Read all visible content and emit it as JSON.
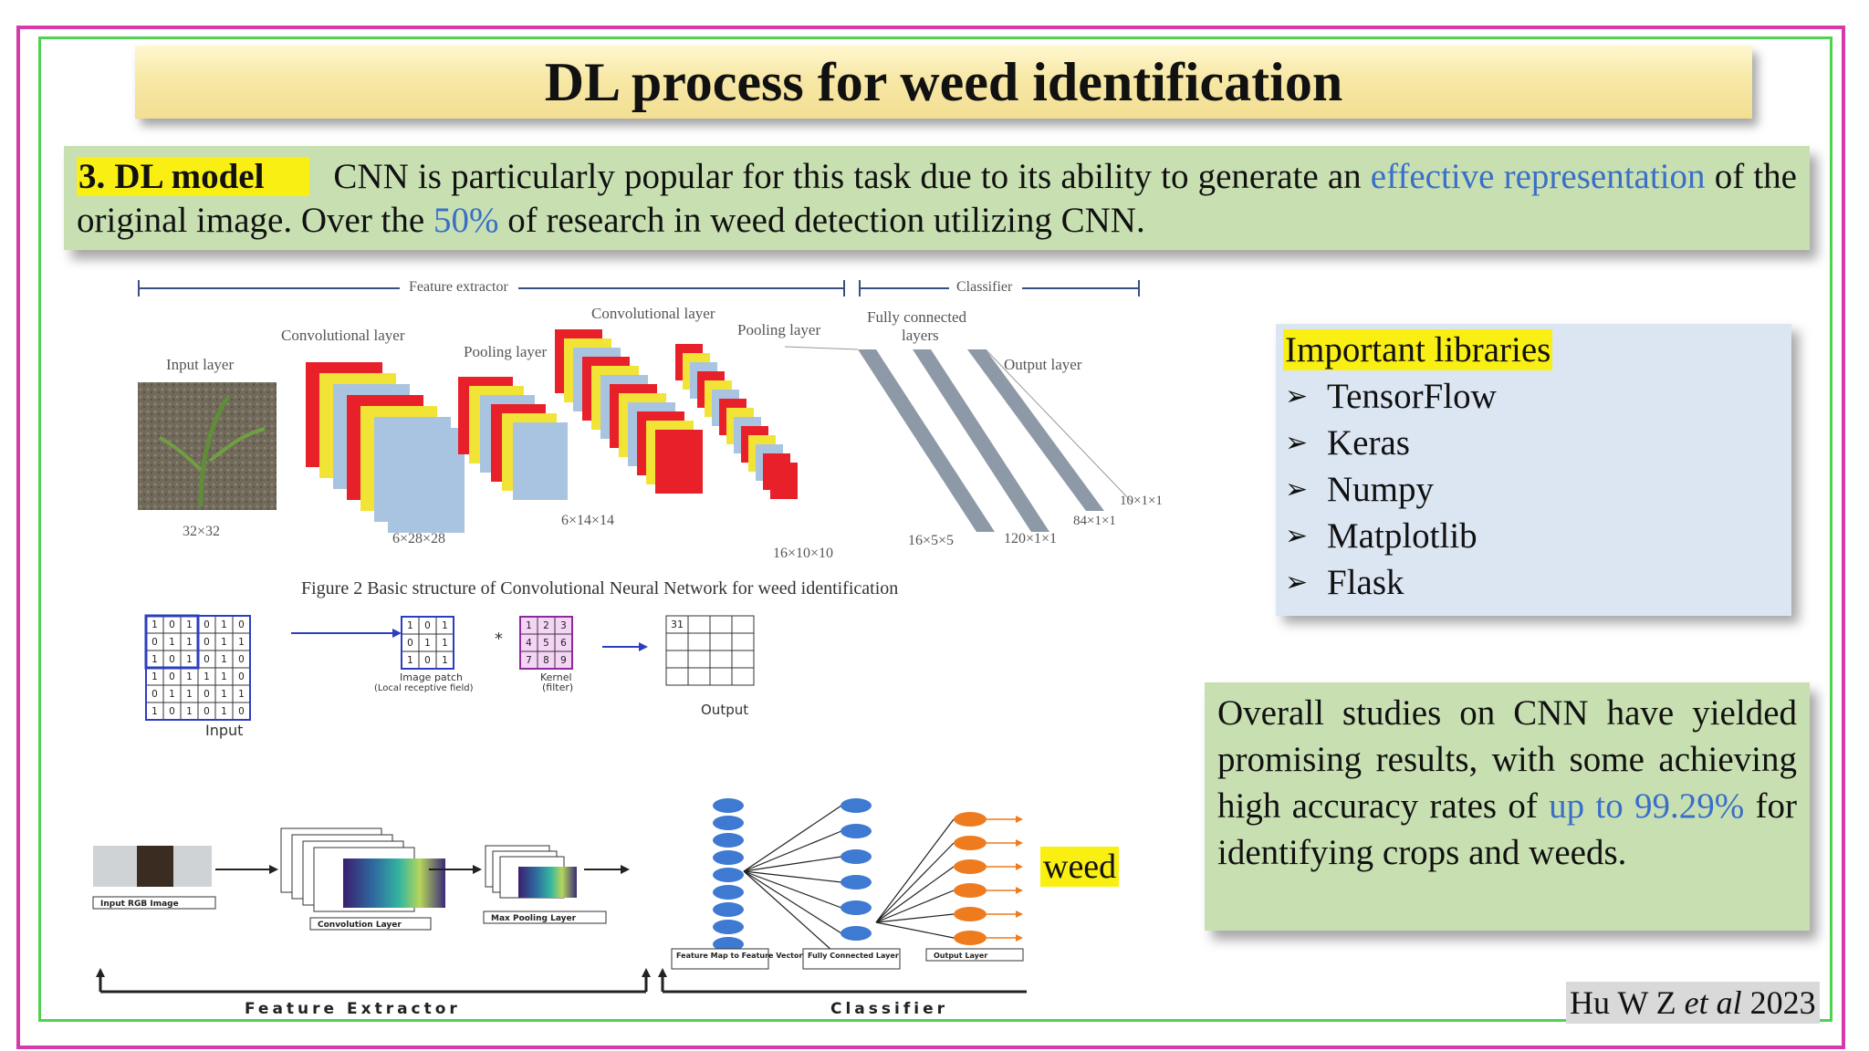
{
  "title": "DL process for weed identification",
  "dl_model": {
    "heading": "3. DL model",
    "text_1": "CNN is particularly popular for this task due to its ability to generate an",
    "highlight_1": "effective representation",
    "text_2": "of the original  image. Over the",
    "highlight_2": "50%",
    "text_3": "of research in weed detection utilizing CNN."
  },
  "cnn_figure": {
    "feature_extractor_label": "Feature extractor",
    "classifier_label": "Classifier",
    "input_layer": "Input layer",
    "conv_layer_1": "Convolutional layer",
    "pooling_layer_1": "Pooling layer",
    "conv_layer_2": "Convolutional layer",
    "pooling_layer_2": "Pooling layer",
    "fully_connected": "Fully connected",
    "fully_connected_2": "layers",
    "output_layer": "Output layer",
    "dim_input": "32×32",
    "dim_conv1": "6×28×28",
    "dim_pool1": "6×14×14",
    "dim_conv2": "16×10×10",
    "dim_pool2": "16×5×5",
    "dim_fc1": "120×1×1",
    "dim_fc2": "84×1×1",
    "dim_out": "10×1×1",
    "caption": "Figure 2    Basic structure of Convolutional Neural Network for weed identification"
  },
  "conv_example": {
    "input_label": "Input",
    "patch_label": "Image patch",
    "patch_sub": "(Local receptive field)",
    "kernel_label": "Kernel",
    "kernel_sub": "(filter)",
    "output_label": "Output",
    "output_value": "31",
    "input_grid": [
      [
        1,
        0,
        1,
        0,
        1,
        0
      ],
      [
        0,
        1,
        1,
        0,
        1,
        1
      ],
      [
        1,
        0,
        1,
        0,
        1,
        0
      ],
      [
        1,
        0,
        1,
        1,
        1,
        0
      ],
      [
        0,
        1,
        1,
        0,
        1,
        1
      ],
      [
        1,
        0,
        1,
        0,
        1,
        0
      ]
    ],
    "patch_grid": [
      [
        1,
        0,
        1
      ],
      [
        0,
        1,
        1
      ],
      [
        1,
        0,
        1
      ]
    ],
    "kernel_grid": [
      [
        1,
        2,
        3
      ],
      [
        4,
        5,
        6
      ],
      [
        7,
        8,
        9
      ]
    ],
    "operator": "*"
  },
  "pipeline": {
    "input_rgb": "Input RGB Image",
    "conv_layer": "Convolution Layer",
    "max_pool": "Max Pooling Layer",
    "feature_vector": "Feature Map to Feature Vector",
    "fc_layer": "Fully Connected Layer",
    "output_layer": "Output Layer",
    "feature_extractor": "Feature Extractor",
    "classifier": "Classifier",
    "weed": "weed"
  },
  "libraries": {
    "title": "Important libraries",
    "items": [
      "TensorFlow",
      "Keras",
      "Numpy",
      "Matplotlib",
      "Flask"
    ],
    "bullet": "➢"
  },
  "summary": {
    "text_1": "Overall studies on CNN have yielded promising results, with some achieving high accuracy rates of",
    "highlight": "up to 99.29%",
    "text_2": "for identifying crops and weeds."
  },
  "citation": {
    "authors": "Hu W Z",
    "etal": "et al",
    "year": "2023"
  },
  "colors": {
    "accent_red": "#e8202a",
    "accent_yellow": "#f2e436",
    "accent_blue": "#a9c4e0",
    "neuron_blue": "#3e79d2",
    "neuron_orange": "#ee7c1f"
  }
}
